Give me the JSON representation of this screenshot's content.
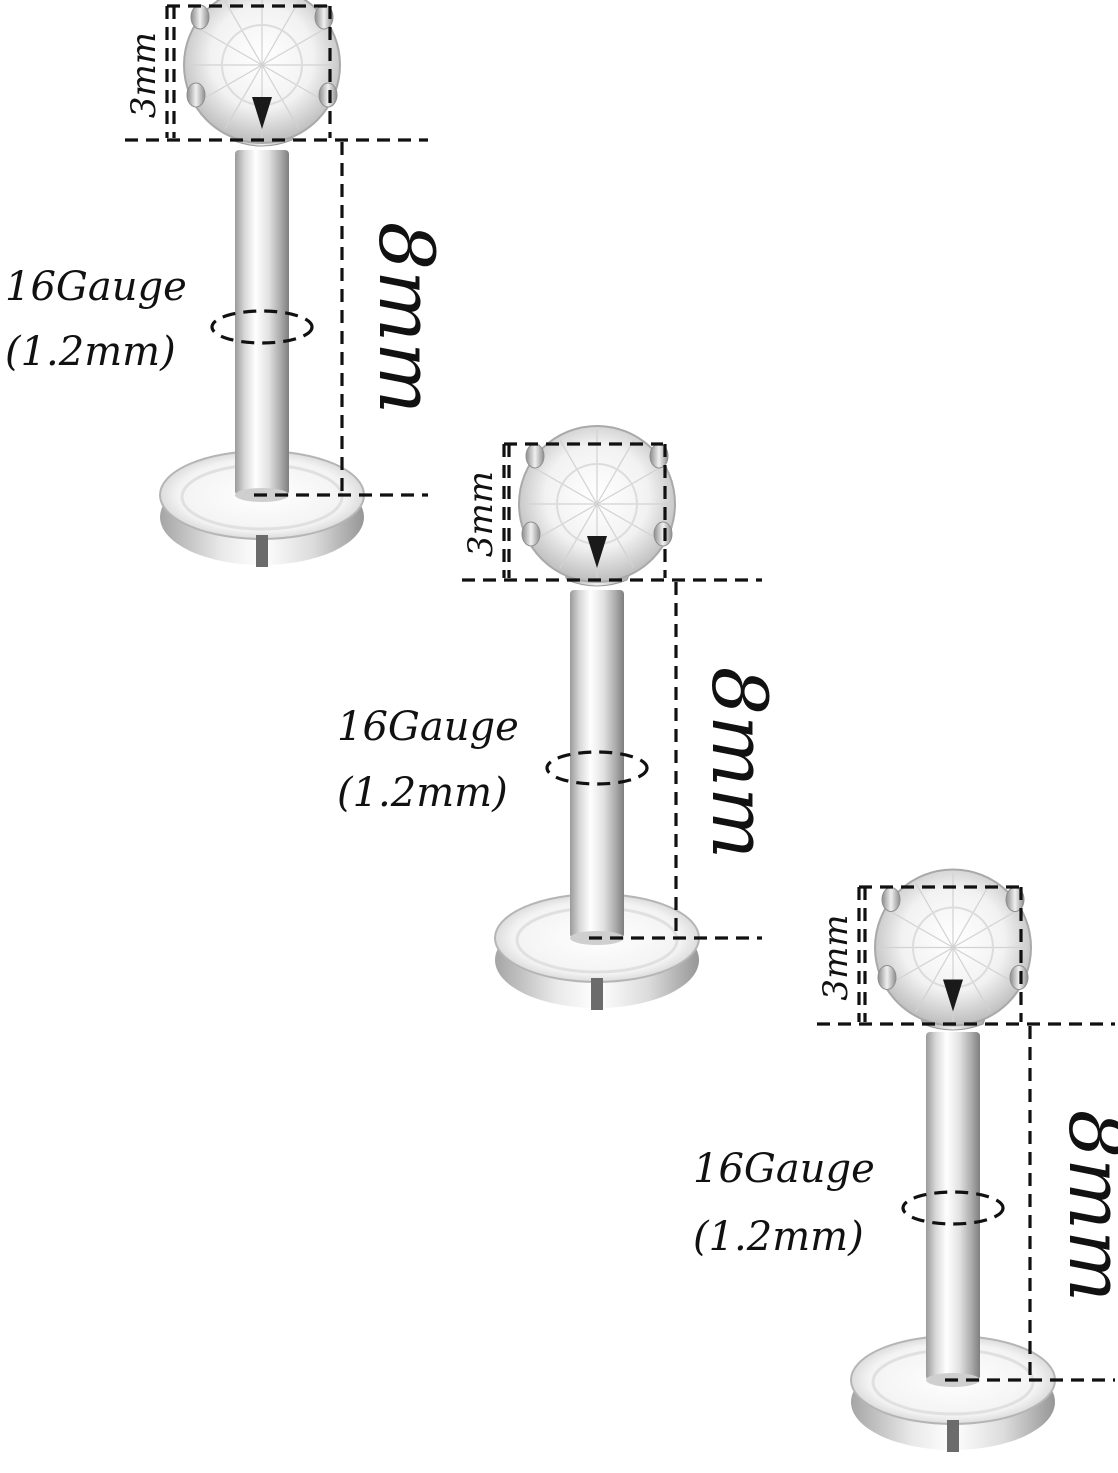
{
  "colors": {
    "background": "#ffffff",
    "annotation": "#111111",
    "steel_light": "#f4f4f4",
    "steel_mid": "#c9c9c9",
    "steel_dark": "#8a8a8a",
    "crystal": "#ffffff"
  },
  "studs": [
    {
      "head_label": "3mm",
      "length_label": "8mm",
      "gauge_label": "16Gauge",
      "gauge_mm_label": "(1.2mm)"
    },
    {
      "head_label": "3mm",
      "length_label": "8mm",
      "gauge_label": "16Gauge",
      "gauge_mm_label": "(1.2mm)"
    },
    {
      "head_label": "3mm",
      "length_label": "8mm",
      "gauge_label": "16Gauge",
      "gauge_mm_label": "(1.2mm)"
    }
  ]
}
